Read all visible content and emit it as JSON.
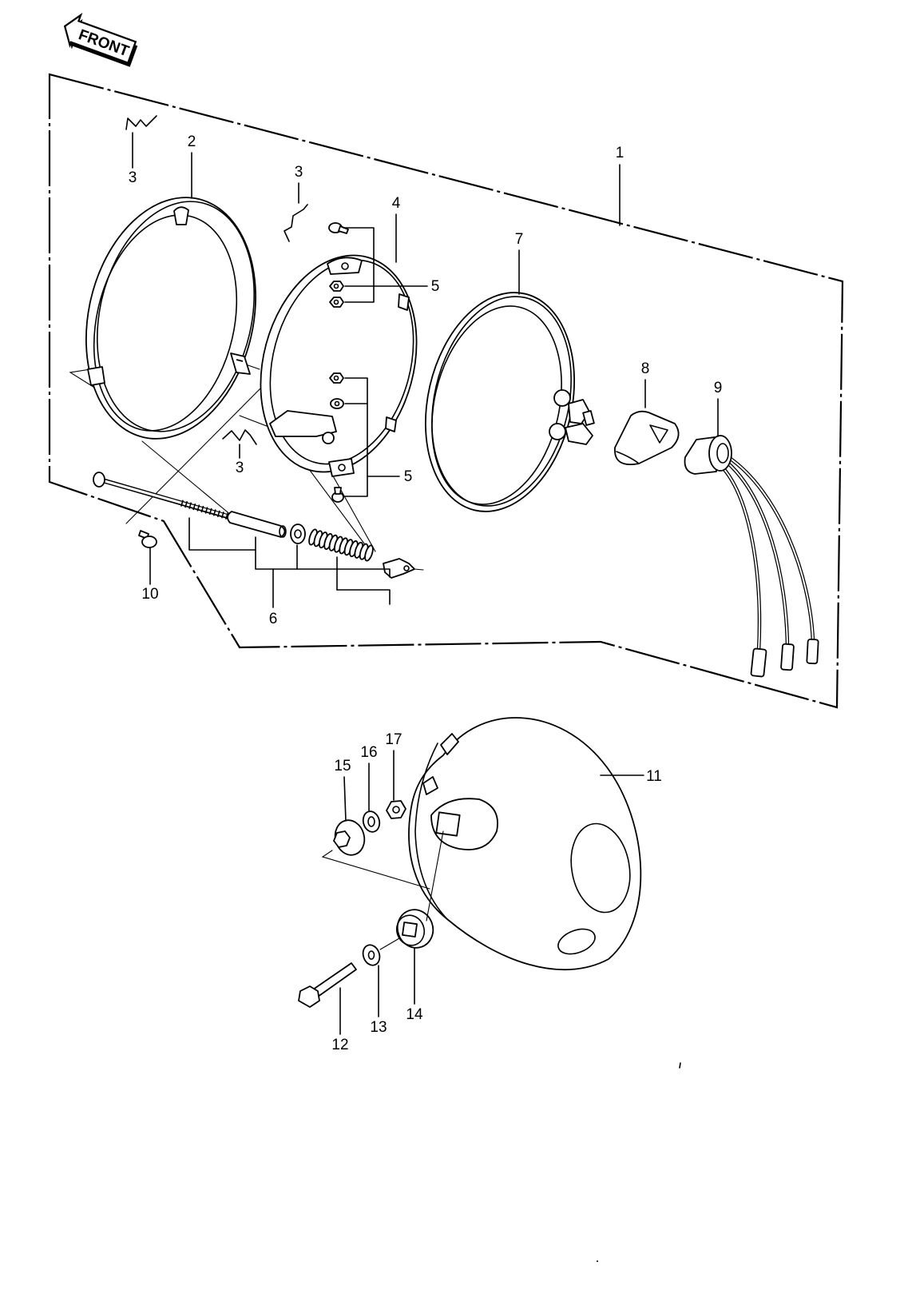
{
  "front_arrow": {
    "label": "FRONT"
  },
  "callouts": [
    "1",
    "2",
    "3",
    "3",
    "3",
    "4",
    "5",
    "5",
    "6",
    "7",
    "8",
    "9",
    "10",
    "11",
    "12",
    "13",
    "14",
    "15",
    "16",
    "17"
  ],
  "colors": {
    "line": "#000000",
    "background": "#ffffff"
  }
}
